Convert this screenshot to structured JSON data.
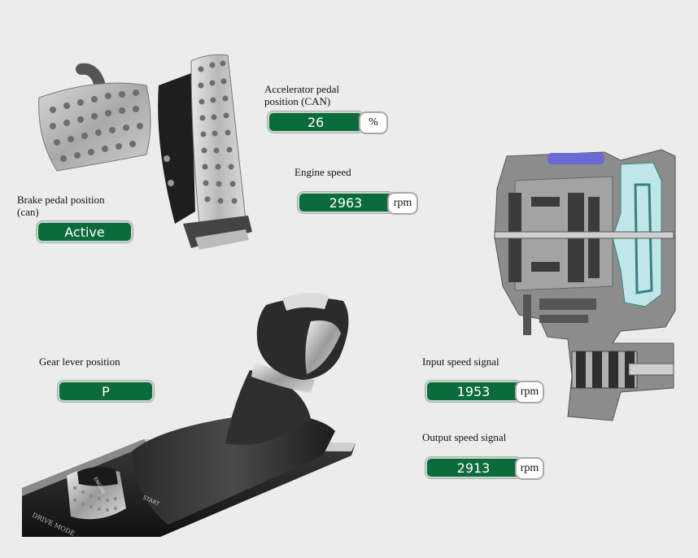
{
  "brake": {
    "label": "Brake pedal position (can)",
    "value": "Active"
  },
  "accelerator": {
    "label": "Accelerator pedal position (CAN)",
    "value": "26",
    "unit": "%"
  },
  "engine_speed": {
    "label": "Engine speed",
    "value": "2963",
    "unit": "rpm"
  },
  "gear_lever": {
    "label": "Gear lever position",
    "value": "P"
  },
  "input_speed": {
    "label": "Input speed signal",
    "value": "1953",
    "unit": "rpm"
  },
  "output_speed": {
    "label": "Output speed signal",
    "value": "2913",
    "unit": "rpm"
  },
  "gear_knob": {
    "start_label": "START",
    "drive_mode_label": "DRIVE MODE",
    "dial_label": "ENGINE"
  },
  "colors": {
    "value_bg": "#0c6b3a",
    "background": "#ececec"
  }
}
